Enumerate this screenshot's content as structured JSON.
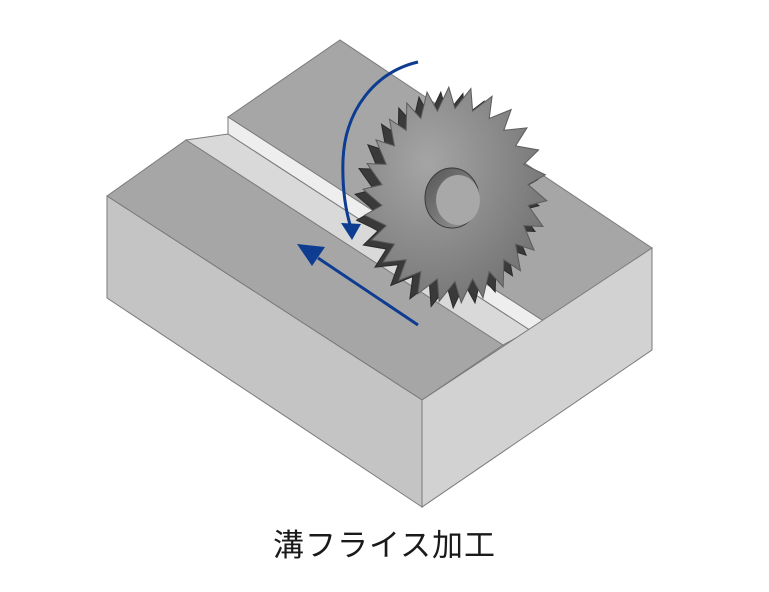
{
  "caption": "溝フライス加工",
  "colors": {
    "block_top": "#a6a6a6",
    "block_left": "#c4c4c4",
    "block_right": "#d2d2d2",
    "groove_wall": "#eeeeee",
    "groove_floor": "#d9d9d9",
    "block_edge": "#7a7a7a",
    "cutter_face": "#8c8c8c",
    "cutter_edge": "#5c5c5c",
    "cutter_rim": "#2f2f2f",
    "arrow": "#0d3c91"
  },
  "icons": {
    "rotation": "curved-arrow-clockwise",
    "feed": "straight-arrow-left"
  }
}
